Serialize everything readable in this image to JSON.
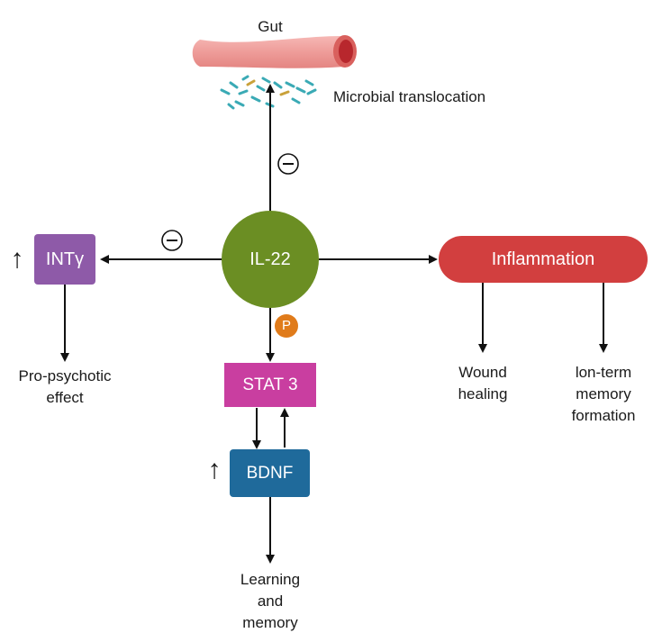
{
  "gut": {
    "label": "Gut"
  },
  "microbes": {
    "label": "Microbial translocation"
  },
  "center": {
    "label": "IL-22"
  },
  "int": {
    "label": "INTγ",
    "arrow": "↑"
  },
  "pro_psychotic": {
    "line1": "Pro-psychotic",
    "line2": "effect"
  },
  "inflammation": {
    "label": "Inflammation"
  },
  "wound": {
    "line1": "Wound",
    "line2": "healing"
  },
  "long_term": {
    "line1": "lon-term",
    "line2": "memory",
    "line3": "formation"
  },
  "phospho": {
    "label": "P"
  },
  "stat3": {
    "label": "STAT 3"
  },
  "bdnf": {
    "label": "BDNF",
    "arrow": "↑"
  },
  "learning": {
    "line1": "Learning",
    "line2": "and",
    "line3": "memory"
  },
  "inhibit": {
    "symbol": "−"
  },
  "colors": {
    "il22": "#6b8e23",
    "int": "#8e5aa8",
    "inflammation": "#d23f3f",
    "stat3": "#c93ea0",
    "bdnf": "#1f6a9b",
    "phospho": "#e07b1a",
    "gut": "#f1a3a1",
    "gut_inner": "#c0292f"
  }
}
